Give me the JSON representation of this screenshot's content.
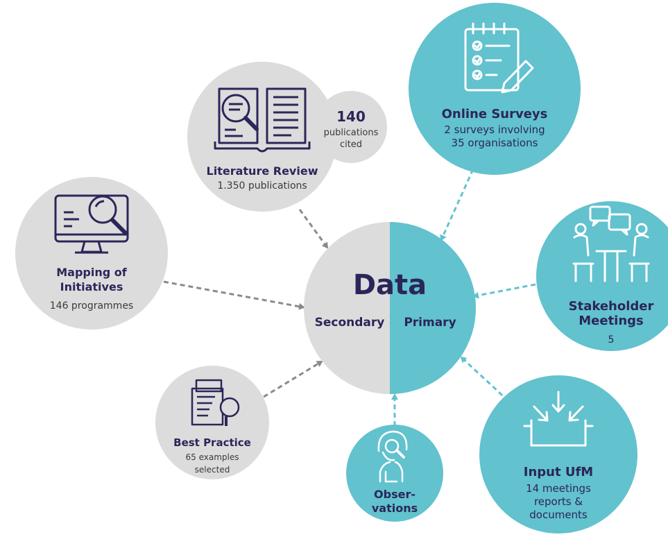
{
  "colors": {
    "secondary_fill": "#dcdcdc",
    "primary_fill": "#62c2ce",
    "navy": "#2b2659",
    "text_dark": "#3a3a3a",
    "secondary_arrow": "#8a8a8a",
    "primary_arrow": "#62c2ce"
  },
  "center": {
    "title": "Data",
    "secondary_label": "Secondary",
    "primary_label": "Primary"
  },
  "nodes": {
    "literature_review": {
      "icon": "open-book-magnifier-icon",
      "title": "Literature Review",
      "detail": "1.350 publications"
    },
    "publications_cited": {
      "number": "140",
      "line1": "publications",
      "line2": "cited"
    },
    "mapping": {
      "icon": "monitor-magnifier-icon",
      "title_line1": "Mapping of",
      "title_line2": "Initiatives",
      "detail": "146 programmes"
    },
    "best_practice": {
      "icon": "documents-magnifier-icon",
      "title": "Best Practice",
      "detail_line1": "65 examples",
      "detail_line2": "selected"
    },
    "online_surveys": {
      "icon": "clipboard-checklist-icon",
      "title": "Online Surveys",
      "detail_line1": "2 surveys involving",
      "detail_line2": "35 organisations"
    },
    "stakeholder": {
      "icon": "people-meeting-icon",
      "title_line1": "Stakeholder",
      "title_line2": "Meetings",
      "detail": "5"
    },
    "input_ufm": {
      "icon": "inbox-arrows-icon",
      "title": "Input UfM",
      "detail_line1": "14 meetings",
      "detail_line2": "reports &",
      "detail_line3": "documents"
    },
    "observations": {
      "icon": "observer-magnifier-icon",
      "title_line1": "Obser-",
      "title_line2": "vations"
    }
  }
}
